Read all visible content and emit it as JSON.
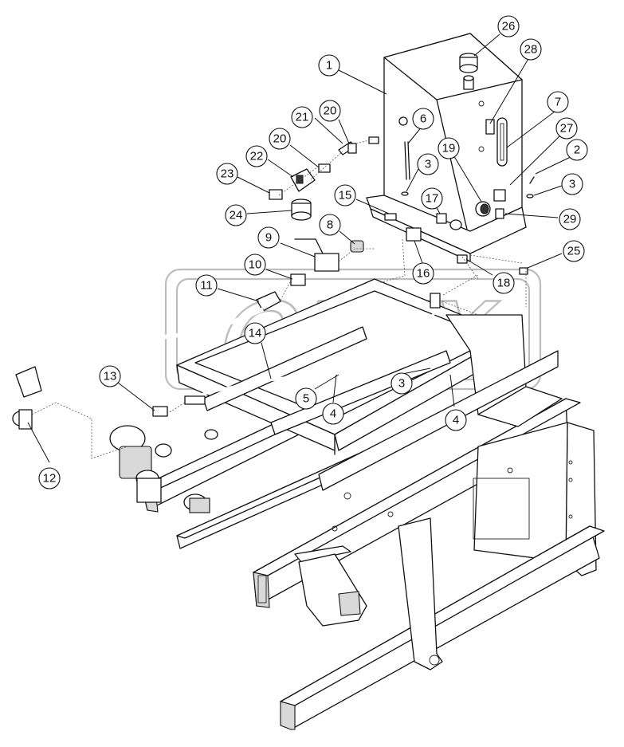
{
  "watermark": "OPEX",
  "callouts": [
    "1",
    "2",
    "3",
    "3",
    "3",
    "4",
    "4",
    "5",
    "6",
    "7",
    "8",
    "9",
    "10",
    "11",
    "12",
    "13",
    "14",
    "15",
    "16",
    "17",
    "18",
    "19",
    "20",
    "20",
    "21",
    "22",
    "23",
    "24",
    "25",
    "26",
    "27",
    "28",
    "29"
  ]
}
